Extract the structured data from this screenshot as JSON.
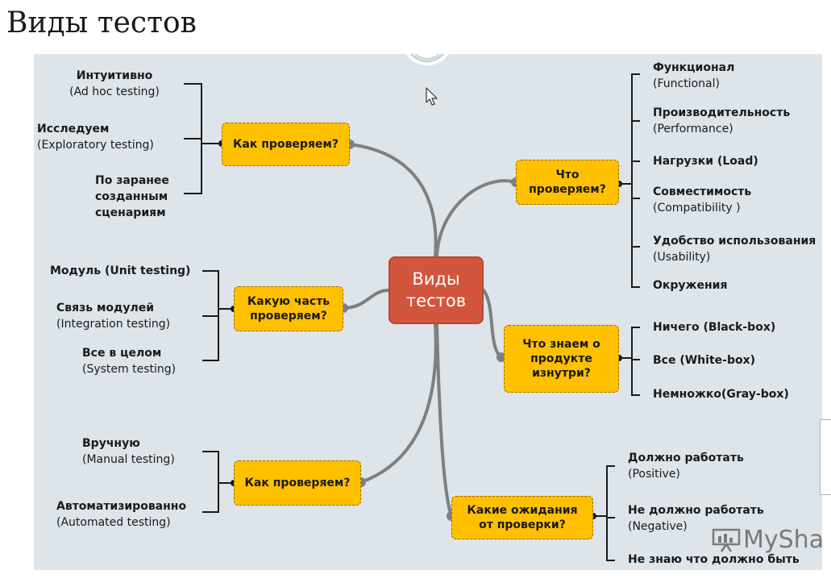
{
  "title": "Виды тестов",
  "center": {
    "line1": "Виды",
    "line2": "тестов"
  },
  "branches": {
    "how_check_top": {
      "label": "Как проверяем?",
      "items": [
        {
          "line1": "Интуитивно",
          "line2": "(Ad hoc testing)"
        },
        {
          "line1": "Исследуем",
          "line2": "(Exploratory testing)"
        },
        {
          "line1": "По заранее",
          "line2": "созданным",
          "line3": "сценариям"
        }
      ]
    },
    "what_check": {
      "label_line1": "Что",
      "label_line2": "проверяем?",
      "items": [
        {
          "line1": "Функционал",
          "line2": "(Functional)"
        },
        {
          "line1": "Производительность",
          "line2": "(Performance)"
        },
        {
          "line1": "Нагрузки (Load)"
        },
        {
          "line1": "Совместимость",
          "line2": "(Compatibility )"
        },
        {
          "line1": "Удобство использования",
          "line2": "(Usability)"
        },
        {
          "line1": "Окружения"
        }
      ]
    },
    "which_part": {
      "label_line1": "Какую часть",
      "label_line2": "проверяем?",
      "items": [
        {
          "line1": "Модуль (Unit testing)"
        },
        {
          "line1": "Связь модулей",
          "line2": "(Integration testing)"
        },
        {
          "line1": "Все в целом",
          "line2": "(System testing)"
        }
      ]
    },
    "what_know": {
      "label_line1": "Что знаем о",
      "label_line2": "продукте",
      "label_line3": "изнутри?",
      "items": [
        {
          "line1": "Ничего (Black-box)"
        },
        {
          "line1": "Все (White-box)"
        },
        {
          "line1": "Немножко(Gray-box)"
        }
      ]
    },
    "how_check_bottom": {
      "label": "Как проверяем?",
      "items": [
        {
          "line1": "Вручную",
          "line2": "(Manual testing)"
        },
        {
          "line1": "Автоматизированно",
          "line2": "(Automated testing)"
        }
      ]
    },
    "expectations": {
      "label_line1": "Какие ожидания",
      "label_line2": "от проверки?",
      "items": [
        {
          "line1": "Должно работать",
          "line2": "(Positive)"
        },
        {
          "line1": "Не должно работать",
          "line2": "(Negative)"
        },
        {
          "line1": "Не знаю что должно быть"
        }
      ]
    }
  },
  "watermark": {
    "text": "MySha",
    "icon": "presentation-board-icon"
  },
  "colors": {
    "panel": "#dde4ea",
    "node": "#ffc000",
    "center": "#d2563d",
    "connector": "#7f7f7f",
    "bracket": "#1a1a1a"
  }
}
